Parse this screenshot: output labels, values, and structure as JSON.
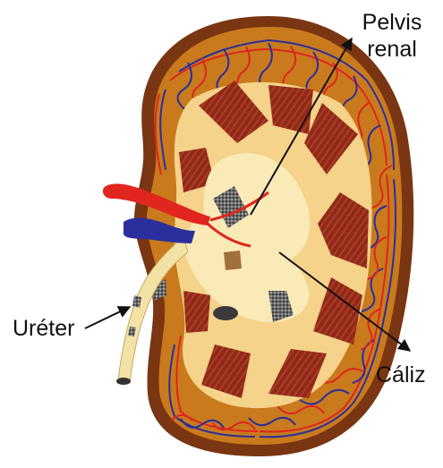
{
  "labels": {
    "pelvis_line1": "Pelvis",
    "pelvis_line2": "renal",
    "ureter": "Uréter",
    "caliz": "Cáliz"
  },
  "colors": {
    "capsule": "#7a3512",
    "cortex": "#c97a1c",
    "medulla": "#f5d38a",
    "pyramid": "#8e2a18",
    "pyramid_stripe": "#c2483a",
    "sinus": "#f9eab8",
    "artery": "#e0261e",
    "vein": "#2b2f9e",
    "ureter": "#f3e2a6",
    "calyx_dark": "#5c5c5c"
  },
  "icons": {
    "arrow": "arrow-icon"
  }
}
